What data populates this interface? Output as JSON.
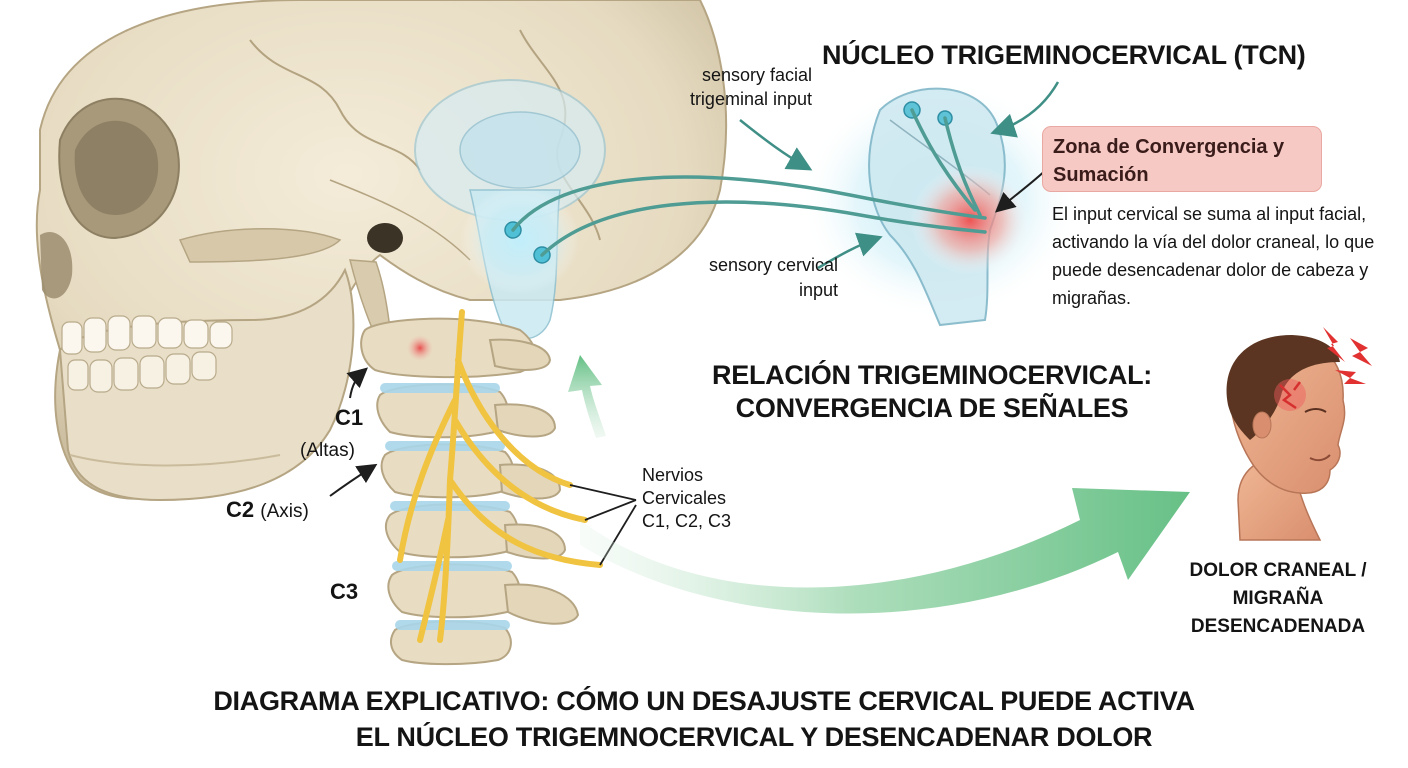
{
  "tcn_title": "NÚCLEO TRIGEMINOCERVICAL (TCN)",
  "sensory_facial": "sensory facial trigeminal input",
  "sensory_cervical": "sensory cervical input",
  "zona": {
    "title": "Zona de Convergencia y Sumación",
    "description": "El input cervical se suma al input facial, activando la vía del dolor craneal, lo que puede desencadenar dolor de cabeza y migrañas."
  },
  "relacion_title": "RELACIÓN TRIGEMINOCERVICAL: CONVERGENCIA DE SEÑALES",
  "vertebrae": {
    "c1": "C1",
    "c1_sub": "(Altas)",
    "c2": "C2",
    "c2_sub": "(Axis)",
    "c3": "C3"
  },
  "nervios": {
    "line1": "Nervios",
    "line2": "Cervicales",
    "line3": "C1, C2, C3"
  },
  "dolor": {
    "line1": "DOLOR CRANEAL /",
    "line2": "MIGRAÑA",
    "line3": "DESENCADENADA"
  },
  "bottom_title": {
    "line1": "DIAGRAMA EXPLICATIVO: CÓMO UN DESAJUSTE CERVICAL PUEDE ACTIVA",
    "line2": "EL NÚCLEO TRIGEMNOCERVICAL Y DESENCADENAR DOLOR"
  },
  "colors": {
    "bone": "#ece3cf",
    "bone_shadow": "#c9bb9c",
    "nerve": "#f0c340",
    "brainstem": "#aee0ee",
    "pathway": "#5aa69c",
    "arrow_green": "#6fc48d",
    "hotspot": "#ef5b5b",
    "skin": "#e8a887",
    "hair": "#5b3521",
    "zona_bg": "#f6c9c4"
  }
}
